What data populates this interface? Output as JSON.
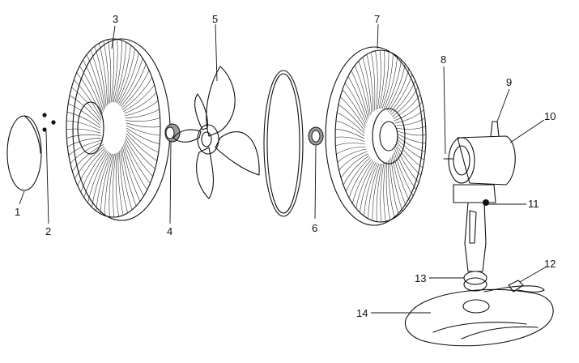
{
  "diagram": {
    "labels": [
      "1",
      "2",
      "3",
      "4",
      "5",
      "6",
      "7",
      "8",
      "9",
      "10",
      "11",
      "12",
      "13",
      "14"
    ]
  },
  "colors": {
    "line": "#111111",
    "shade": "#8a8a8a",
    "background": "#ffffff"
  }
}
